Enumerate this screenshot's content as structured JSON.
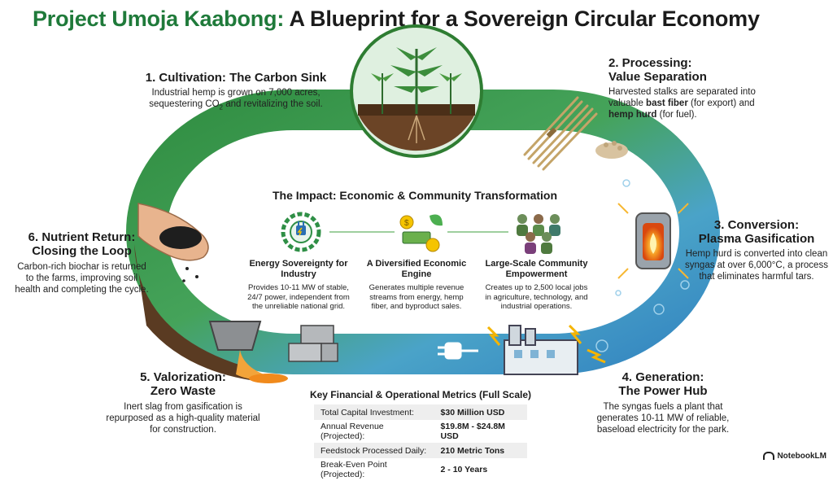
{
  "title": {
    "highlight": "Project Umoja Kaabong:",
    "rest": " A Blueprint for a Sovereign Circular Economy"
  },
  "steps": [
    {
      "title": "1. Cultivation: The Carbon Sink",
      "body_pre": "Industrial hemp is grown on 7,000 acres, sequestering CO",
      "body_sub": "2",
      "body_post": " and revitalizing the soil."
    },
    {
      "title_l1": "2. Processing:",
      "title_l2": "Value Separation",
      "body_1": "Harvested stalks are separated into valuable ",
      "bold_1": "bast fiber",
      "body_2": " (for export) and ",
      "bold_2": "hemp hurd",
      "body_3": " (for fuel)."
    },
    {
      "title_l1": "3. Conversion:",
      "title_l2": "Plasma Gasification",
      "body": "Hemp hurd is converted into clean syngas at over 6,000°C, a process that eliminates harmful tars."
    },
    {
      "title_l1": "4. Generation:",
      "title_l2": "The Power Hub",
      "body": "The syngas fuels a plant that generates 10-11 MW of reliable, baseload electricity for the park."
    },
    {
      "title_l1": "5. Valorization:",
      "title_l2": "Zero Waste",
      "body": "Inert slag from gasification is repurposed as a high-quality material for construction."
    },
    {
      "title_l1": "6. Nutrient Return:",
      "title_l2": "Closing the Loop",
      "body": "Carbon-rich biochar is returned to the farms, improving soil health and completing the cycle."
    }
  ],
  "impact": {
    "title": "The Impact: Economic & Community Transformation",
    "columns": [
      {
        "title": "Energy Sovereignty for Industry",
        "body": "Provides 10-11 MW of stable, 24/7 power, independent from the unreliable national grid.",
        "icon": "gear-plug-icon"
      },
      {
        "title": "A Diversified Economic Engine",
        "body": "Generates multiple revenue streams from energy, hemp fiber, and byproduct sales.",
        "icon": "money-leaf-icon"
      },
      {
        "title": "Large-Scale Community Empowerment",
        "body": "Creates up to 2,500 local jobs in agriculture, technology, and industrial operations.",
        "icon": "people-group-icon"
      }
    ]
  },
  "metrics": {
    "title": "Key Financial & Operational Metrics (Full Scale)",
    "rows": [
      {
        "label": "Total Capital Investment:",
        "value": "$30 Million USD"
      },
      {
        "label": "Annual Revenue (Projected):",
        "value": "$19.8M - $24.8M USD"
      },
      {
        "label": "Feedstock Processed Daily:",
        "value": "210 Metric Tons"
      },
      {
        "label": "Break-Even Point (Projected):",
        "value": "2 - 10 Years"
      }
    ]
  },
  "brand": "NotebookLM",
  "colors": {
    "title_green": "#1f7a3a",
    "loop_green": "#3b9a46",
    "loop_blue": "#3f8fc7",
    "soil": "#5a3b22",
    "fire": "#f08a1c"
  }
}
